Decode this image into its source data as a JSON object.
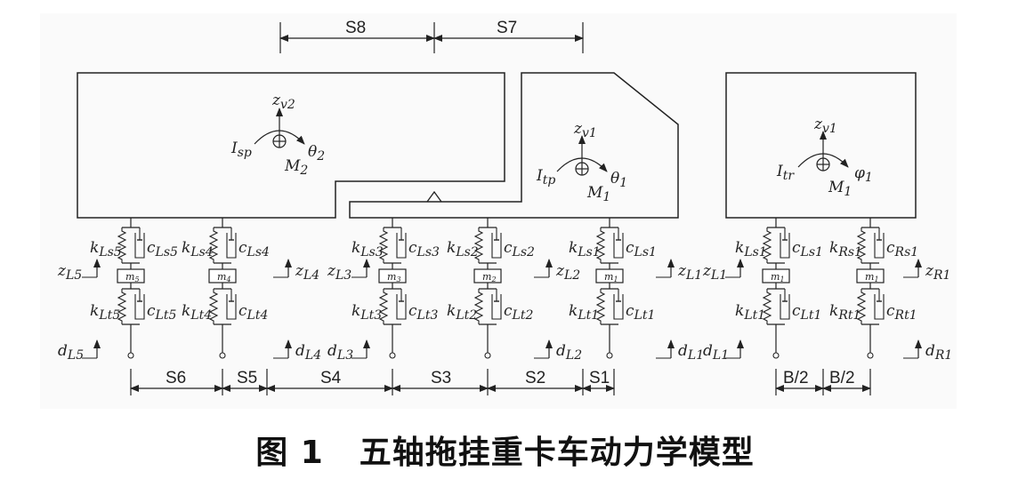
{
  "dimensions": {
    "top": [
      "S8",
      "S7"
    ],
    "bottom": [
      "S6",
      "S5",
      "S4",
      "S3",
      "S2",
      "S1"
    ],
    "right": [
      "B/2",
      "B/2"
    ]
  },
  "semitrailer": {
    "inertia": "I",
    "inertia_sub": "sp",
    "z": "z",
    "z_sub": "v2",
    "moment": "M",
    "moment_sub": "2",
    "angle": "θ",
    "angle_sub": "2"
  },
  "tractor_side": {
    "inertia": "I",
    "inertia_sub": "tp",
    "z": "z",
    "z_sub": "v1",
    "moment": "M",
    "moment_sub": "1",
    "angle": "θ",
    "angle_sub": "1"
  },
  "tractor_rear": {
    "inertia": "I",
    "inertia_sub": "tr",
    "z": "z",
    "z_sub": "v1",
    "moment": "M",
    "moment_sub": "1",
    "angle": "φ",
    "angle_sub": "1"
  },
  "axles": [
    {
      "ks": "k",
      "ks_sub": "Ls5",
      "cs": "c",
      "cs_sub": "Ls5",
      "m": "m",
      "m_sub": "5",
      "kt": "k",
      "kt_sub": "Lt5",
      "ct": "c",
      "ct_sub": "Lt5",
      "z": "z",
      "z_sub": "L5",
      "d": "d",
      "d_sub": "L5"
    },
    {
      "ks": "k",
      "ks_sub": "Ls4",
      "cs": "c",
      "cs_sub": "Ls4",
      "m": "m",
      "m_sub": "4",
      "kt": "k",
      "kt_sub": "Lt4",
      "ct": "c",
      "ct_sub": "Lt4",
      "z": "z",
      "z_sub": "L4",
      "d": "d",
      "d_sub": "L4"
    },
    {
      "ks": "k",
      "ks_sub": "Ls3",
      "cs": "c",
      "cs_sub": "Ls3",
      "m": "m",
      "m_sub": "3",
      "kt": "k",
      "kt_sub": "Lt3",
      "ct": "c",
      "ct_sub": "Lt3",
      "z": "z",
      "z_sub": "L3",
      "d": "d",
      "d_sub": "L3"
    },
    {
      "ks": "k",
      "ks_sub": "Ls2",
      "cs": "c",
      "cs_sub": "Ls2",
      "m": "m",
      "m_sub": "2",
      "kt": "k",
      "kt_sub": "Lt2",
      "ct": "c",
      "ct_sub": "Lt2",
      "z": "z",
      "z_sub": "L2",
      "d": "d",
      "d_sub": "L2"
    },
    {
      "ks": "k",
      "ks_sub": "Ls1",
      "cs": "c",
      "cs_sub": "Ls1",
      "m": "m",
      "m_sub": "1",
      "kt": "k",
      "kt_sub": "Lt1",
      "ct": "c",
      "ct_sub": "Lt1",
      "z": "z",
      "z_sub": "L1",
      "d": "d",
      "d_sub": "L1"
    }
  ],
  "rear_axles": [
    {
      "ks": "k",
      "ks_sub": "Ls1",
      "cs": "c",
      "cs_sub": "Ls1",
      "m": "m",
      "m_sub": "1",
      "kt": "k",
      "kt_sub": "Lt1",
      "ct": "c",
      "ct_sub": "Lt1",
      "z": "z",
      "z_sub": "L1",
      "d": "d",
      "d_sub": "L1"
    },
    {
      "ks": "k",
      "ks_sub": "Rs1",
      "cs": "c",
      "cs_sub": "Rs1",
      "m": "m",
      "m_sub": "1",
      "kt": "k",
      "kt_sub": "Rt1",
      "ct": "c",
      "ct_sub": "Rt1",
      "z": "z",
      "z_sub": "R1",
      "d": "d",
      "d_sub": "R1"
    }
  ],
  "caption": {
    "figure": "图 1",
    "title": "五轴拖挂重卡车动力学模型"
  }
}
